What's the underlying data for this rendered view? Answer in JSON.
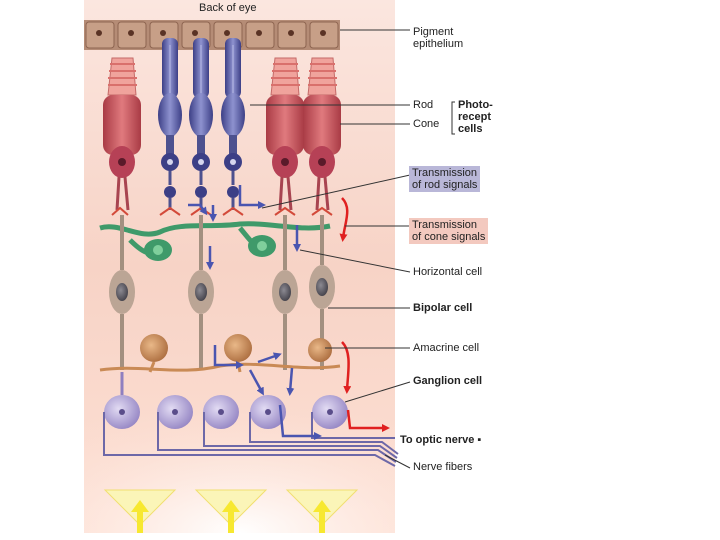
{
  "labels": {
    "back_of_eye": "Back of eye",
    "pigment_epithelium": [
      "Pigment",
      "epithelium"
    ],
    "rod": "Rod",
    "cone": "Cone",
    "photoreceptor": [
      "Photo-",
      "recept",
      "cells"
    ],
    "transmission_rod": [
      "Transmission",
      "of rod signals"
    ],
    "transmission_cone": [
      "Transmission",
      "of cone signals"
    ],
    "horizontal_cell": "Horizontal cell",
    "bipolar_cell": "Bipolar cell",
    "amacrine_cell": "Amacrine cell",
    "ganglion_cell": "Ganglion cell",
    "optic_nerve": "To optic nerve",
    "nerve_fibers": "Nerve fibers"
  },
  "colors": {
    "retina_bg": "#f7d3c6",
    "pigment": "#bd8f78",
    "rod": "#5f63a6",
    "cone": "#c9525a",
    "cone_tip": "#f1a29a",
    "horizontal": "#3f9a6a",
    "bipolar": "#b9a79a",
    "amacrine": "#c98a55",
    "ganglion": "#b6a8d6",
    "arrow_rod": "#4a55b0",
    "arrow_cone": "#e02020",
    "light": "#f7f040"
  }
}
